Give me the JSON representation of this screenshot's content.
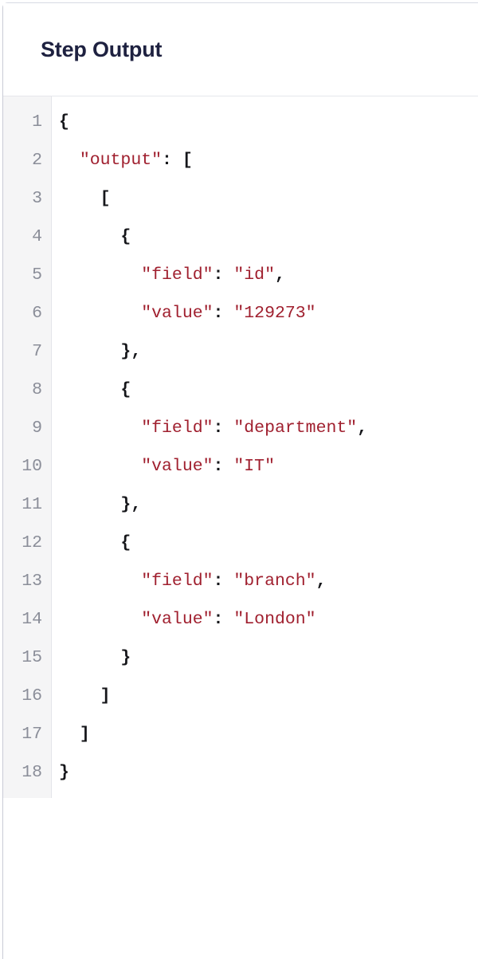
{
  "panel": {
    "title": "Step Output"
  },
  "code": {
    "language": "json",
    "first_line_number": 1,
    "last_line_number": 18,
    "colors": {
      "string": "#a0202f",
      "punctuation": "#15161a",
      "gutter_text": "#8b8e99",
      "gutter_background": "#f5f5f6",
      "title": "#1e2140"
    },
    "lines": [
      {
        "number": "1",
        "indent": 0,
        "tokens": [
          {
            "t": "punct",
            "v": "{"
          }
        ]
      },
      {
        "number": "2",
        "indent": 1,
        "tokens": [
          {
            "t": "str",
            "v": "\"output\""
          },
          {
            "t": "punct",
            "v": ": ["
          }
        ]
      },
      {
        "number": "3",
        "indent": 2,
        "tokens": [
          {
            "t": "punct",
            "v": "["
          }
        ]
      },
      {
        "number": "4",
        "indent": 3,
        "tokens": [
          {
            "t": "punct",
            "v": "{"
          }
        ]
      },
      {
        "number": "5",
        "indent": 4,
        "tokens": [
          {
            "t": "str",
            "v": "\"field\""
          },
          {
            "t": "punct",
            "v": ": "
          },
          {
            "t": "str",
            "v": "\"id\""
          },
          {
            "t": "punct",
            "v": ","
          }
        ]
      },
      {
        "number": "6",
        "indent": 4,
        "tokens": [
          {
            "t": "str",
            "v": "\"value\""
          },
          {
            "t": "punct",
            "v": ": "
          },
          {
            "t": "str",
            "v": "\"129273\""
          }
        ]
      },
      {
        "number": "7",
        "indent": 3,
        "tokens": [
          {
            "t": "punct",
            "v": "},"
          }
        ]
      },
      {
        "number": "8",
        "indent": 3,
        "tokens": [
          {
            "t": "punct",
            "v": "{"
          }
        ]
      },
      {
        "number": "9",
        "indent": 4,
        "tokens": [
          {
            "t": "str",
            "v": "\"field\""
          },
          {
            "t": "punct",
            "v": ": "
          },
          {
            "t": "str",
            "v": "\"department\""
          },
          {
            "t": "punct",
            "v": ","
          }
        ]
      },
      {
        "number": "10",
        "indent": 4,
        "tokens": [
          {
            "t": "str",
            "v": "\"value\""
          },
          {
            "t": "punct",
            "v": ": "
          },
          {
            "t": "str",
            "v": "\"IT\""
          }
        ]
      },
      {
        "number": "11",
        "indent": 3,
        "tokens": [
          {
            "t": "punct",
            "v": "},"
          }
        ]
      },
      {
        "number": "12",
        "indent": 3,
        "tokens": [
          {
            "t": "punct",
            "v": "{"
          }
        ]
      },
      {
        "number": "13",
        "indent": 4,
        "tokens": [
          {
            "t": "str",
            "v": "\"field\""
          },
          {
            "t": "punct",
            "v": ": "
          },
          {
            "t": "str",
            "v": "\"branch\""
          },
          {
            "t": "punct",
            "v": ","
          }
        ]
      },
      {
        "number": "14",
        "indent": 4,
        "tokens": [
          {
            "t": "str",
            "v": "\"value\""
          },
          {
            "t": "punct",
            "v": ": "
          },
          {
            "t": "str",
            "v": "\"London\""
          }
        ]
      },
      {
        "number": "15",
        "indent": 3,
        "tokens": [
          {
            "t": "punct",
            "v": "}"
          }
        ]
      },
      {
        "number": "16",
        "indent": 2,
        "tokens": [
          {
            "t": "punct",
            "v": "]"
          }
        ]
      },
      {
        "number": "17",
        "indent": 1,
        "tokens": [
          {
            "t": "punct",
            "v": "]"
          }
        ]
      },
      {
        "number": "18",
        "indent": 0,
        "tokens": [
          {
            "t": "punct",
            "v": "}"
          }
        ]
      }
    ]
  }
}
